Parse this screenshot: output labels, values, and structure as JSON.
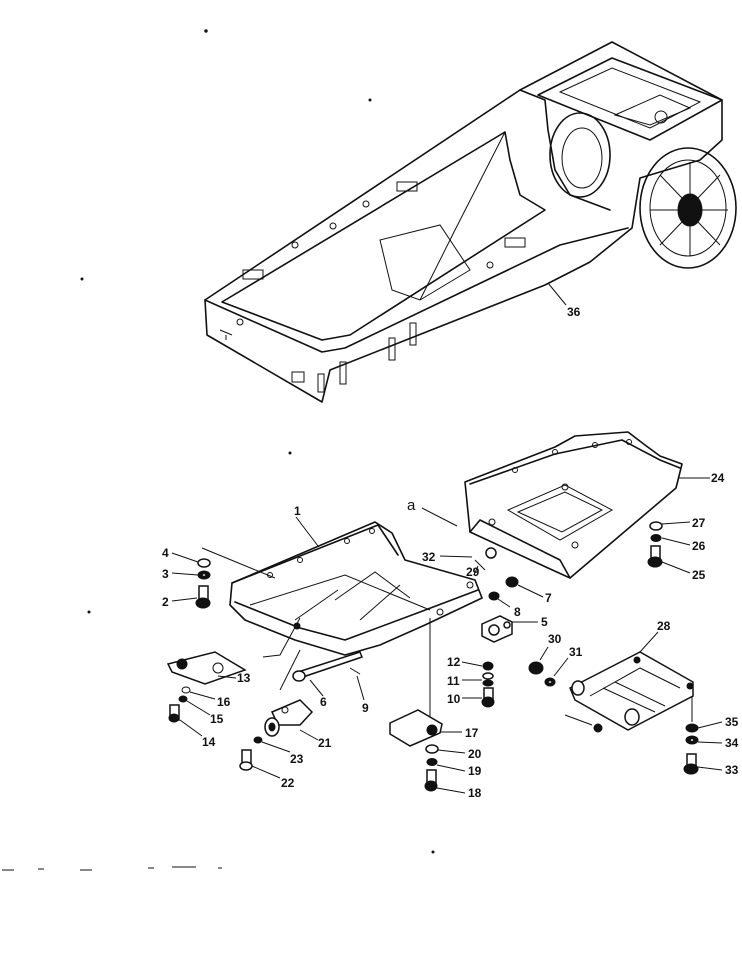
{
  "diagram": {
    "callouts": {
      "c1": "1",
      "c2": "2",
      "c3": "3",
      "c4": "4",
      "c5": "5",
      "c6": "6",
      "c7": "7",
      "c8": "8",
      "c9": "9",
      "c10": "10",
      "c11": "11",
      "c12": "12",
      "c13": "13",
      "c14": "14",
      "c15": "15",
      "c16": "16",
      "c17": "17",
      "c18": "18",
      "c19": "19",
      "c20": "20",
      "c21": "21",
      "c22": "22",
      "c23": "23",
      "c24": "24",
      "c25": "25",
      "c26": "26",
      "c27": "27",
      "c28": "28",
      "c29": "29",
      "c30": "30",
      "c31": "31",
      "c32": "32",
      "c33": "33",
      "c34": "34",
      "c35": "35",
      "c36": "36",
      "ca": "a"
    }
  }
}
